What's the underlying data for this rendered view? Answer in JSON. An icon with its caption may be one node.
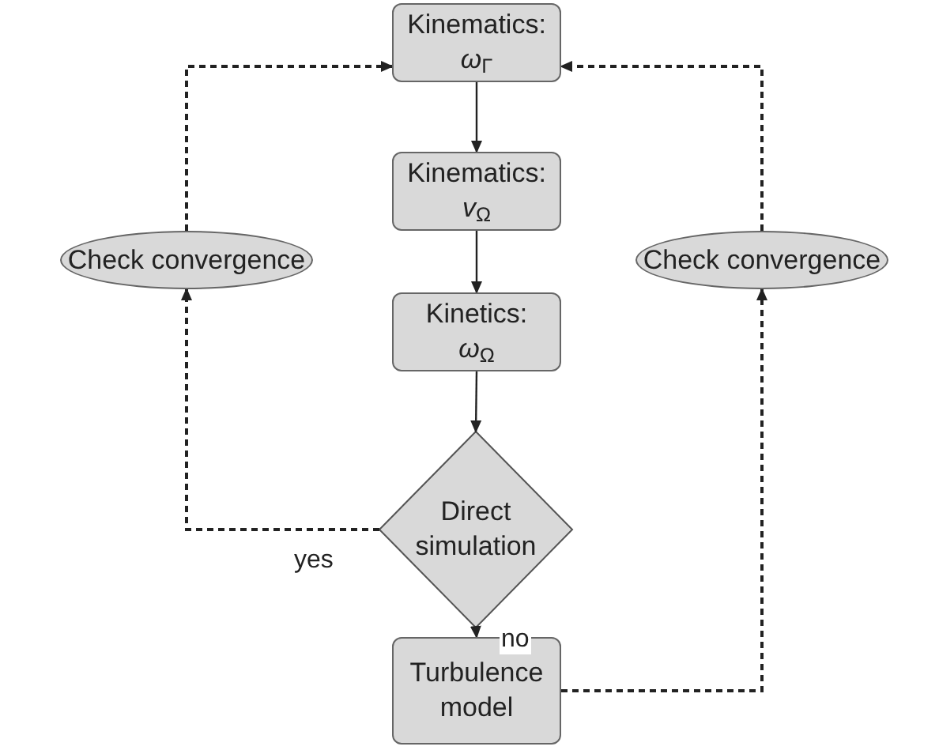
{
  "diagram": {
    "nodes": [
      {
        "text": [
          "Kinematics:",
          "*ω*$_{Γ}$"
        ]
      },
      {
        "text": [
          "Kinematics:",
          "*v*$_{Ω}$"
        ]
      },
      {
        "text": [
          "Kinetics:",
          "*ω*$_{Ω}$"
        ]
      },
      {
        "text": [
          "Direct simulation"
        ]
      },
      {
        "text": [
          "Turbulence model"
        ]
      },
      {
        "text": [
          "Check convergence"
        ]
      },
      {
        "text": [
          "Check convergence"
        ]
      }
    ],
    "edges": [
      {
        "from": 0,
        "to": 1,
        "arrow": "to"
      },
      {
        "from": 1,
        "to": 2,
        "arrow": "to"
      },
      {
        "from": 2,
        "to": 3,
        "arrow": "to"
      },
      {
        "from": 3,
        "to": 4,
        "arrow": "to",
        "label": "no"
      },
      {
        "from": 3,
        "to": 5,
        "arrow": "to",
        "label": "yes",
        "style": "dashed"
      },
      {
        "from": 5,
        "to": 0,
        "arrow": "to",
        "style": "dashed"
      },
      {
        "from": 4,
        "to": 6,
        "arrow": "to",
        "style": "dashed"
      },
      {
        "from": 6,
        "to": 0,
        "arrow": "to",
        "style": "dashed"
      }
    ]
  }
}
